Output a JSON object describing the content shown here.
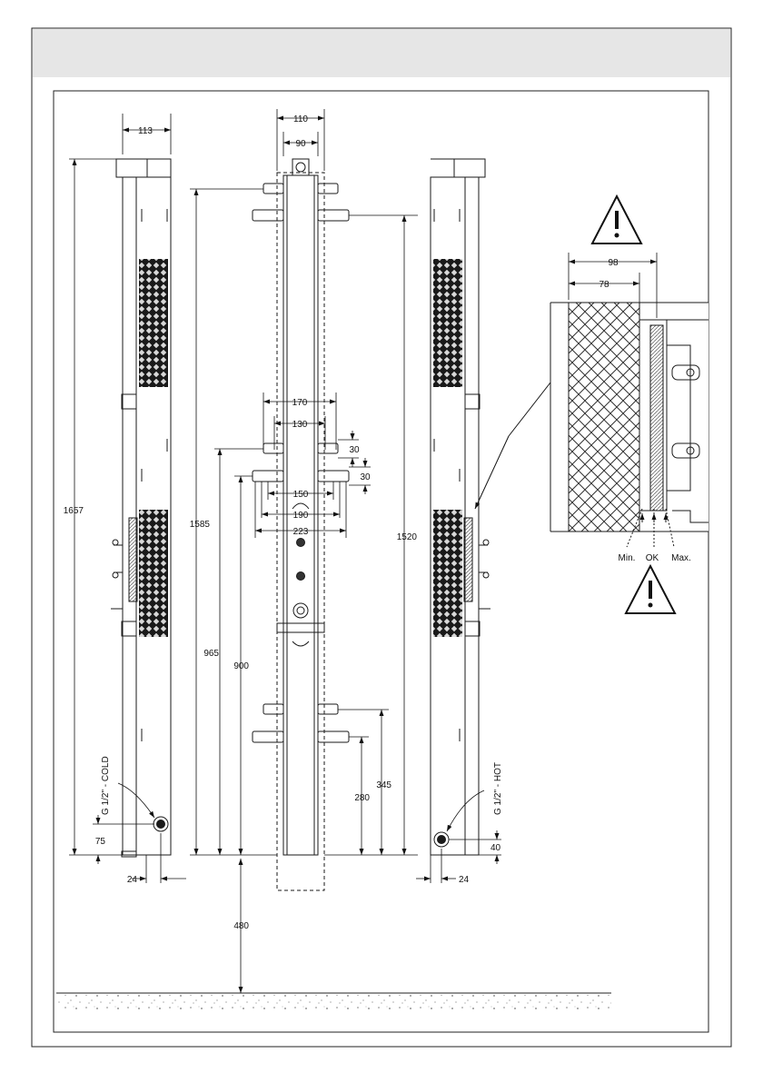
{
  "header": {
    "title": ""
  },
  "colors": {
    "header_band": "#e6e6e6",
    "line": "#1a1a1a",
    "panel_fill": "#f6f6f6"
  },
  "dims": {
    "d113": "113",
    "d110": "110",
    "d90": "90",
    "d1657": "1657",
    "d1585": "1585",
    "d1520": "1520",
    "d170": "170",
    "d130": "130",
    "d30a": "30",
    "d30b": "30",
    "d150": "150",
    "d190": "190",
    "d223": "223",
    "d965": "965",
    "d900": "900",
    "d480": "480",
    "d345": "345",
    "d280": "280",
    "d75": "75",
    "d24l": "24",
    "d24r": "24",
    "d40": "40",
    "d98": "98",
    "d78": "78"
  },
  "labels": {
    "cold": "G 1/2\" - COLD",
    "hot": "G 1/2\" - HOT",
    "min": "Min.",
    "ok": "OK",
    "max": "Max."
  },
  "icons": {
    "warning": "warning-triangle-icon"
  }
}
